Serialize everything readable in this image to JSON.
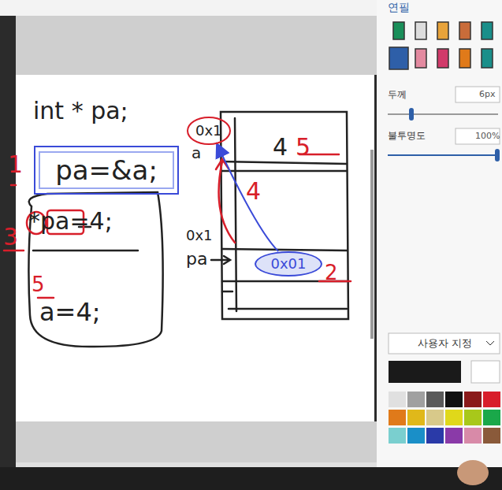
{
  "diagram": {
    "nodes": [
      {
        "text": [
          "pa=&a;"
        ]
      },
      {
        "text": [
          "0x1"
        ]
      },
      {
        "text": [
          "4",
          "5"
        ]
      },
      {
        "text": [
          "0x01"
        ]
      }
    ],
    "edges": [
      {
        "from": 3,
        "to": 1,
        "arrow": "to"
      }
    ],
    "labels": [
      "int * pa;",
      "1",
      "*pa=4;",
      "3",
      "5",
      "a=4;",
      "a",
      "4",
      "0x1",
      "pa",
      "2",
      "연필",
      "두께",
      "6px",
      "불투명도",
      "100%",
      "사용자 지정"
    ]
  }
}
